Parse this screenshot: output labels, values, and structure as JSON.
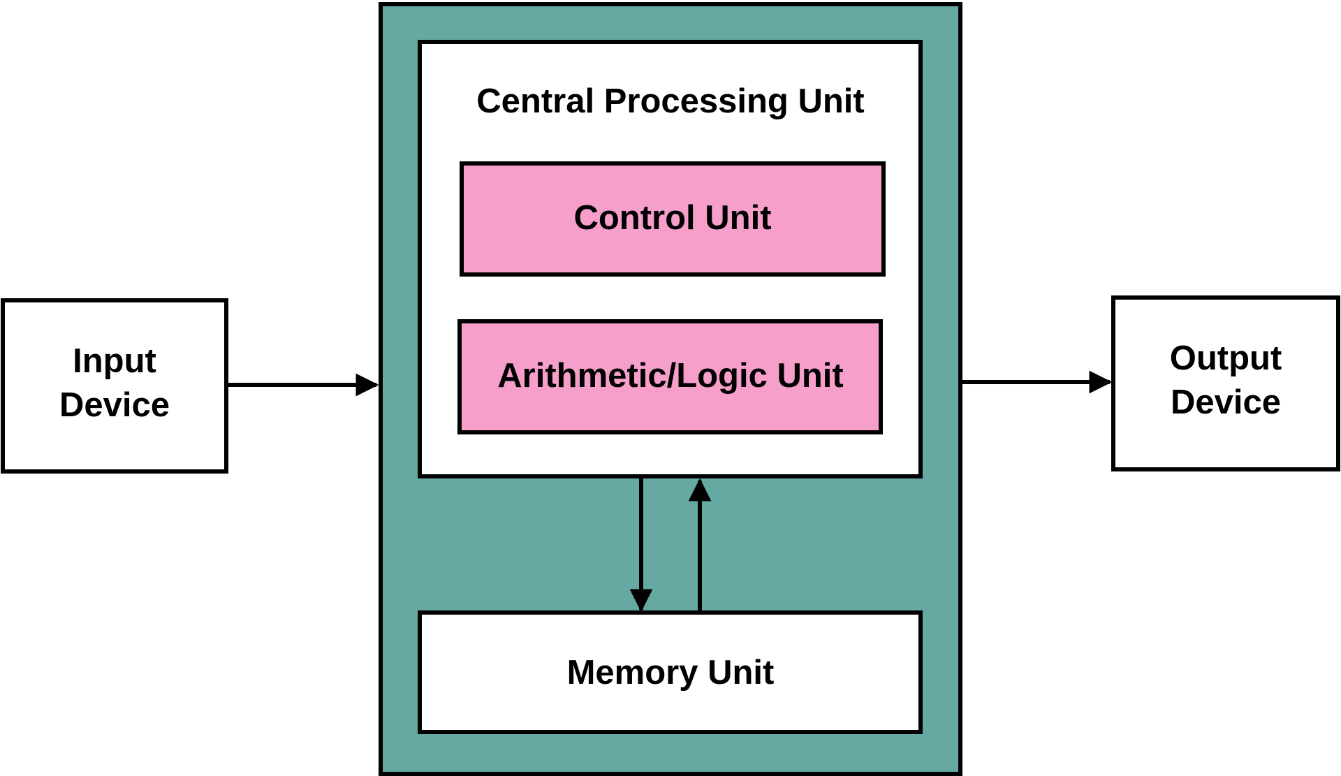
{
  "colors": {
    "system_fill": "#66a9a2",
    "unit_fill": "#f79fcb",
    "box_fill": "#ffffff",
    "stroke": "#000000"
  },
  "input": {
    "line1": "Input",
    "line2": "Device"
  },
  "output": {
    "line1": "Output",
    "line2": "Device"
  },
  "cpu": {
    "title": "Central Processing Unit",
    "control_unit": "Control Unit",
    "alu": "Arithmetic/Logic Unit"
  },
  "memory": {
    "label": "Memory Unit"
  }
}
